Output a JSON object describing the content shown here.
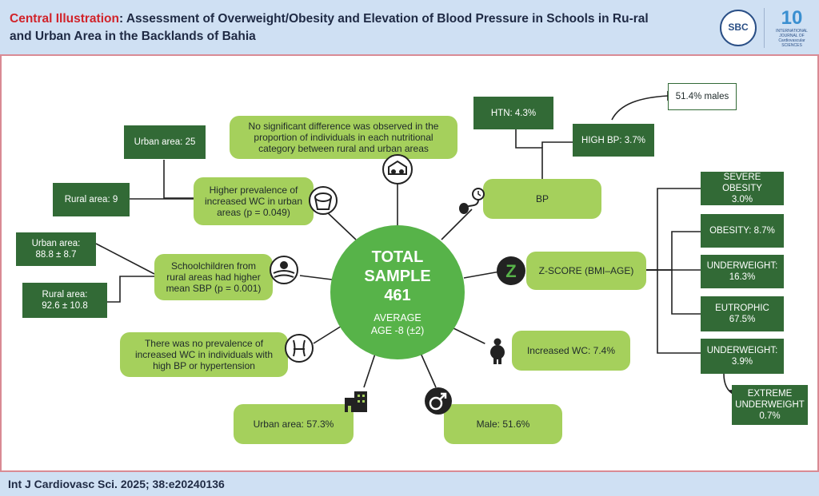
{
  "header": {
    "title_highlight": "Central Illustration",
    "title_rest": ": Assessment of Overweight/Obesity and Elevation of Blood Pressure in Schools in Ru-ral and Urban Area in the Backlands of Bahia",
    "logo_sbc": "SBC",
    "logo_journal_number": "10",
    "logo_journal_line1": "INTERNATIONAL JOURNAL OF",
    "logo_journal_line2": "Cardiovascular",
    "logo_journal_line3": "SCIENCES"
  },
  "center": {
    "line1": "TOTAL",
    "line2": "SAMPLE",
    "count": "461",
    "avg_line1": "AVERAGE",
    "avg_line2": "AGE -8 (±2)"
  },
  "nodes": {
    "no_difference": "No significant difference was observed in the proportion of individuals in each nutritional category between rural and urban areas",
    "wc_urban": "Higher prevalence of increased WC in urban areas (p = 0.049)",
    "sbp_rural": "Schoolchildren from rural areas had higher mean SBP (p = 0.001)",
    "no_wc_hbp": "There was no prevalence of increased WC in individuals with high BP or hypertension",
    "urban_area": "Urban area: 57.3%",
    "male": "Male: 51.6%",
    "increased_wc": "Increased WC: 7.4%",
    "z_score": "Z-SCORE (BMI–AGE)",
    "bp": "BP"
  },
  "values": {
    "wc_urban_area": "Urban area: 25",
    "wc_rural_area": "Rural area: 9",
    "sbp_urban_label": "Urban area:",
    "sbp_urban_value": "88.8 ± 8.7",
    "sbp_rural_label": "Rural area:",
    "sbp_rural_value": "92.6 ± 10.8",
    "htn": "HTN: 4.3%",
    "high_bp": "HIGH BP: 3.7%",
    "males": "51.4% males"
  },
  "zscore": {
    "severe_obesity_label": "SEVERE OBESITY",
    "severe_obesity_value": "3.0%",
    "obesity": "OBESITY: 8.7%",
    "underweight_label": "UNDERWEIGHT:",
    "underweight_value": "16.3%",
    "eutrophic_label": "EUTROPHIC",
    "eutrophic_value": "67.5%",
    "underweight2_label": "UNDERWEIGHT:",
    "underweight2_value": "3.9%",
    "extreme_label1": "EXTREME",
    "extreme_label2": "UNDERWEIGHT",
    "extreme_value": "0.7%"
  },
  "footer": {
    "citation": "Int J Cardiovasc Sci. 2025; 38:e20240136"
  },
  "colors": {
    "light_green": "#a5d05c",
    "dark_green": "#326a36",
    "center_green": "#57b349",
    "header_bg": "#cfe0f3",
    "title_red": "#d1232a"
  }
}
